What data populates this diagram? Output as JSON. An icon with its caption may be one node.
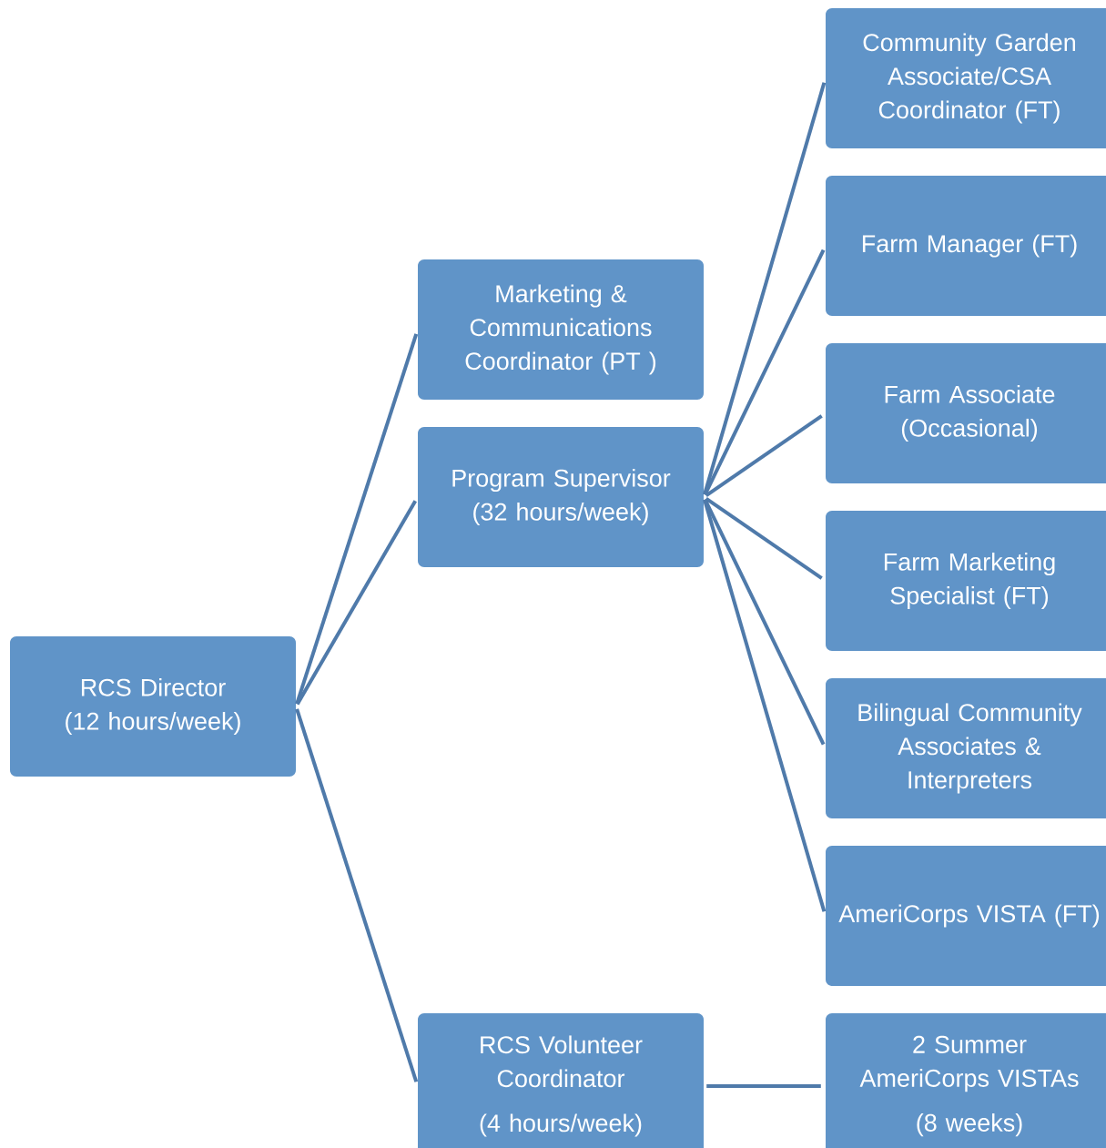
{
  "diagram": {
    "nodes": [
      {
        "text": [
          "RCS Director (12 hours/week)"
        ]
      },
      {
        "text": [
          "Marketing & Communications Coordinator (PT )"
        ]
      },
      {
        "text": [
          "Program Supervisor (32 hours/week)"
        ]
      },
      {
        "text": [
          "RCS Volunteer Coordinator",
          "(4 hours/week)"
        ]
      },
      {
        "text": [
          "Community Garden Associate/CSA Coordinator (FT)"
        ]
      },
      {
        "text": [
          "Farm Manager (FT)"
        ]
      },
      {
        "text": [
          "Farm Associate (Occasional)"
        ]
      },
      {
        "text": [
          "Farm Marketing Specialist (FT)"
        ]
      },
      {
        "text": [
          "Bilingual Community Associates & Interpreters"
        ]
      },
      {
        "text": [
          "AmeriCorps VISTA (FT)"
        ]
      },
      {
        "text": [
          "2 Summer AmeriCorps VISTAs",
          "(8 weeks)"
        ]
      }
    ],
    "edges": [
      {
        "from": 0,
        "to": 1,
        "arrow": "none"
      },
      {
        "from": 0,
        "to": 2,
        "arrow": "none"
      },
      {
        "from": 0,
        "to": 3,
        "arrow": "none"
      },
      {
        "from": 2,
        "to": 4,
        "arrow": "none"
      },
      {
        "from": 2,
        "to": 5,
        "arrow": "none"
      },
      {
        "from": 2,
        "to": 6,
        "arrow": "none"
      },
      {
        "from": 2,
        "to": 7,
        "arrow": "none"
      },
      {
        "from": 2,
        "to": 8,
        "arrow": "none"
      },
      {
        "from": 2,
        "to": 9,
        "arrow": "none"
      },
      {
        "from": 3,
        "to": 10,
        "arrow": "none"
      }
    ]
  }
}
